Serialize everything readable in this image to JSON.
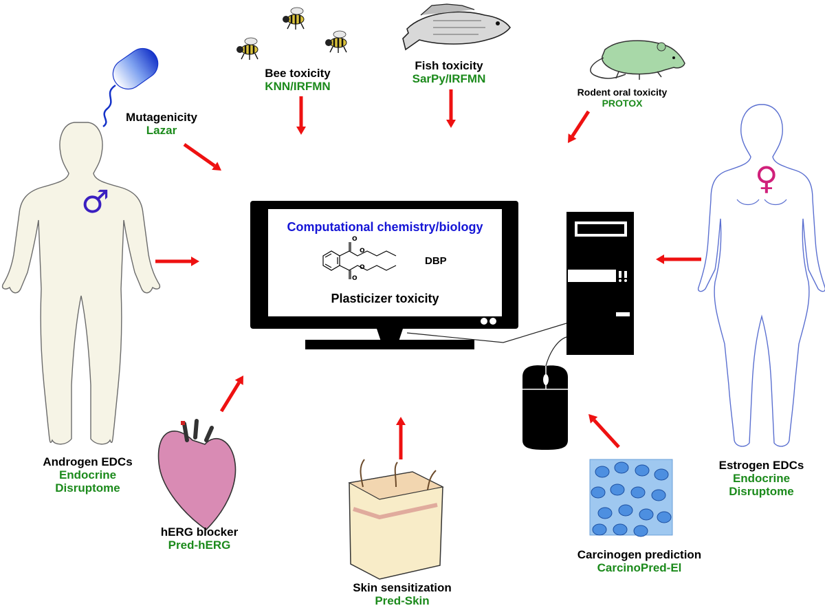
{
  "screen": {
    "heading": "Computational chemistry/biology",
    "compound": "DBP",
    "subtitle": "Plasticizer toxicity",
    "oxygen_symbol": "O"
  },
  "endpoints": {
    "mutagenicity": {
      "title": "Mutagenicity",
      "tool": "Lazar"
    },
    "bee": {
      "title": "Bee toxicity",
      "tool": "KNN/IRFMN"
    },
    "fish": {
      "title": "Fish toxicity",
      "tool": "SarPy/IRFMN"
    },
    "rodent": {
      "title": "Rodent oral toxicity",
      "tool": "PROTOX"
    },
    "androgen": {
      "title": "Androgen EDCs",
      "tool_line1": "Endocrine",
      "tool_line2": "Disruptome"
    },
    "estrogen": {
      "title": "Estrogen EDCs",
      "tool_line1": "Endocrine",
      "tool_line2": "Disruptome"
    },
    "herg": {
      "title": "hERG blocker",
      "tool": "Pred-hERG"
    },
    "skin": {
      "title": "Skin sensitization",
      "tool": "Pred-Skin"
    },
    "carcinogen": {
      "title": "Carcinogen prediction",
      "tool": "CarcinoPred-El"
    }
  },
  "symbols": {
    "male": "♂",
    "female": "♀"
  },
  "colors": {
    "arrow": "#ee1111",
    "tool_text": "#1b8a1b",
    "heading_text": "#1515d6",
    "male_symbol": "#3a1fc0",
    "female_symbol": "#d0207a",
    "male_body": "#f6f4e6",
    "female_outline": "#5a6fd0",
    "heart": "#d98bb4",
    "rodent": "#a8d8a8",
    "cells": "#4d8fe0"
  }
}
